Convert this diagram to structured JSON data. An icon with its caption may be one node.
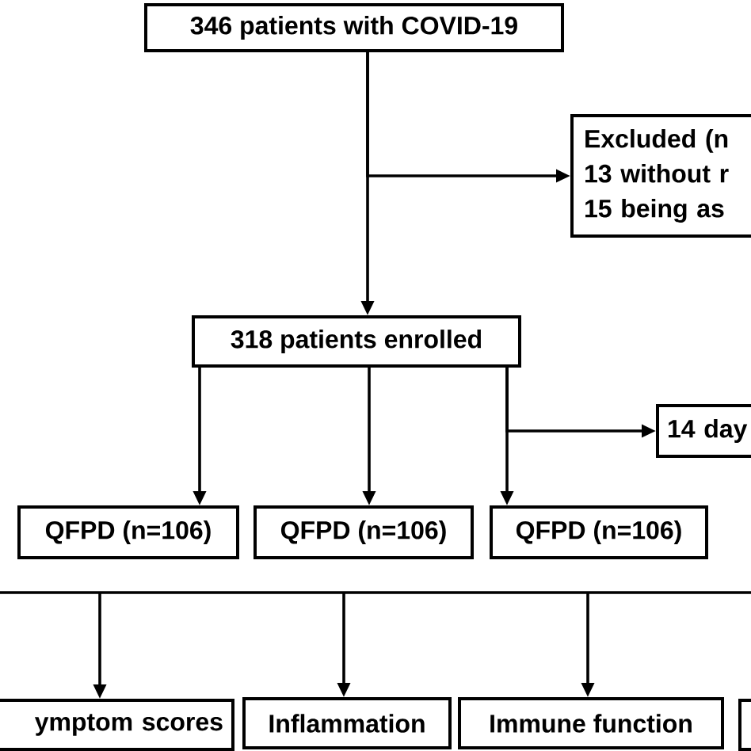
{
  "diagram": {
    "nodes": [
      {
        "text": [
          "346 patients with COVID-19"
        ]
      },
      {
        "text": [
          "Excluded (n",
          "13 without r",
          "15 being as"
        ]
      },
      {
        "text": [
          "318 patients enrolled"
        ]
      },
      {
        "text": [
          "14 day"
        ]
      },
      {
        "text": [
          "QFPD (n=106)"
        ]
      },
      {
        "text": [
          "QFPD (n=106)"
        ]
      },
      {
        "text": [
          "QFPD (n=106)"
        ]
      },
      {
        "text": [
          "ymptom scores"
        ]
      },
      {
        "text": [
          "Inflammation"
        ]
      },
      {
        "text": [
          "Immune function"
        ]
      },
      {
        "text": [],
        "shape": "box"
      }
    ],
    "edges": [
      {
        "from": 0,
        "to": 1,
        "arrow": "to"
      },
      {
        "from": 0,
        "to": 2,
        "arrow": "to"
      },
      {
        "from": 2,
        "to": 4,
        "arrow": "to"
      },
      {
        "from": 2,
        "to": 5,
        "arrow": "to"
      },
      {
        "from": 2,
        "to": 6,
        "arrow": "to"
      },
      {
        "from": 2,
        "to": 3,
        "arrow": "to"
      },
      {
        "from": null,
        "to": 7,
        "arrow": "to"
      },
      {
        "from": null,
        "to": 8,
        "arrow": "to"
      },
      {
        "from": null,
        "to": 9,
        "arrow": "to"
      }
    ]
  }
}
